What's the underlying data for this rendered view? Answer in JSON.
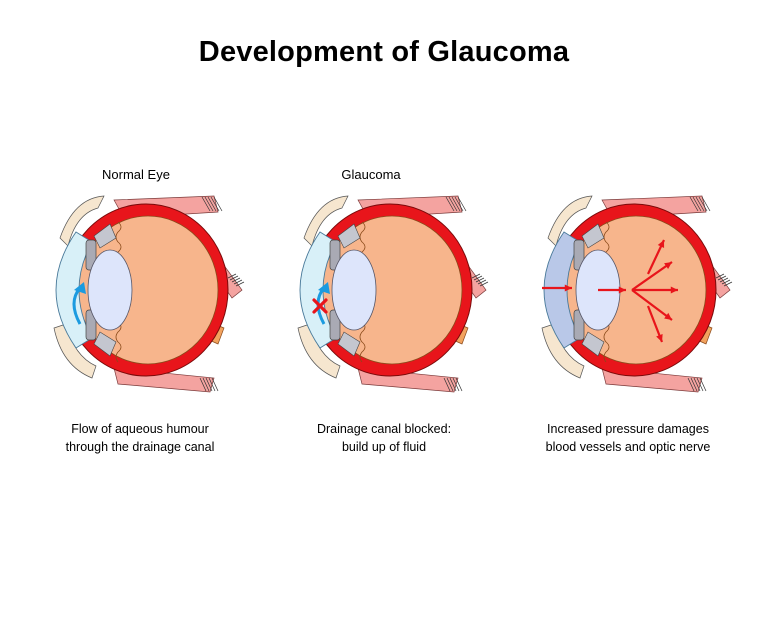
{
  "title": "Development of Glaucoma",
  "panels": [
    {
      "heading": "Normal Eye",
      "caption": [
        "Flow of aqueous humour",
        "through the drainage canal"
      ]
    },
    {
      "heading": "Glaucoma",
      "caption": [
        "Drainage canal blocked:",
        "build up of fluid"
      ]
    },
    {
      "heading": "",
      "caption": [
        "Increased pressure damages",
        "blood vessels and optic nerve"
      ]
    }
  ],
  "colors": {
    "sclera_red": "#e8151b",
    "vitreous": "#f7b58c",
    "lens": "#dde5fb",
    "aqueous_normal": "#d8f0f8",
    "aqueous_pressure": "#b9c8e8",
    "flow_arrow": "#1c9be0",
    "blocked_mark": "#e8151b",
    "pressure_arrow": "#e8151b",
    "muscle": "#f4a3a0"
  },
  "icons": [
    "flow-arrow-icon",
    "blocked-x-icon",
    "pressure-arrow-icon"
  ]
}
